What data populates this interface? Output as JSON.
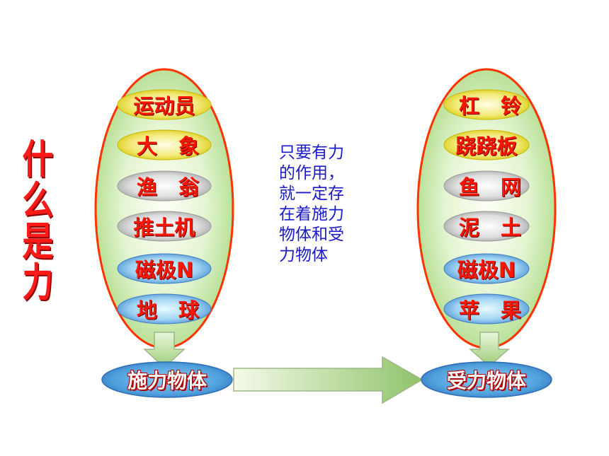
{
  "title_chars": [
    "什",
    "么",
    "是",
    "力"
  ],
  "note": "只要有力\n的作用，\n就一定存\n在着施力\n物体和受\n力物体",
  "left_group": {
    "items": [
      "运动员",
      "大 象",
      "渔 翁",
      "推土机",
      "磁极N",
      "地 球"
    ],
    "footer": "施力物体"
  },
  "right_group": {
    "items": [
      "杠 铃",
      "跷跷板",
      "鱼 网",
      "泥 土",
      "磁极N",
      "苹 果"
    ],
    "footer": "受力物体"
  },
  "colors": {
    "text_red": "#ff1500",
    "note_blue": "#1a1ac8",
    "ellipse_border": "#ff3300",
    "ellipse_fill": "#c6eaa8",
    "pill_yellow": "#e8d800",
    "pill_gray": "#a8a8a8",
    "pill_blue": "#4a8fd6",
    "arrow_green": "#9ccc77"
  }
}
